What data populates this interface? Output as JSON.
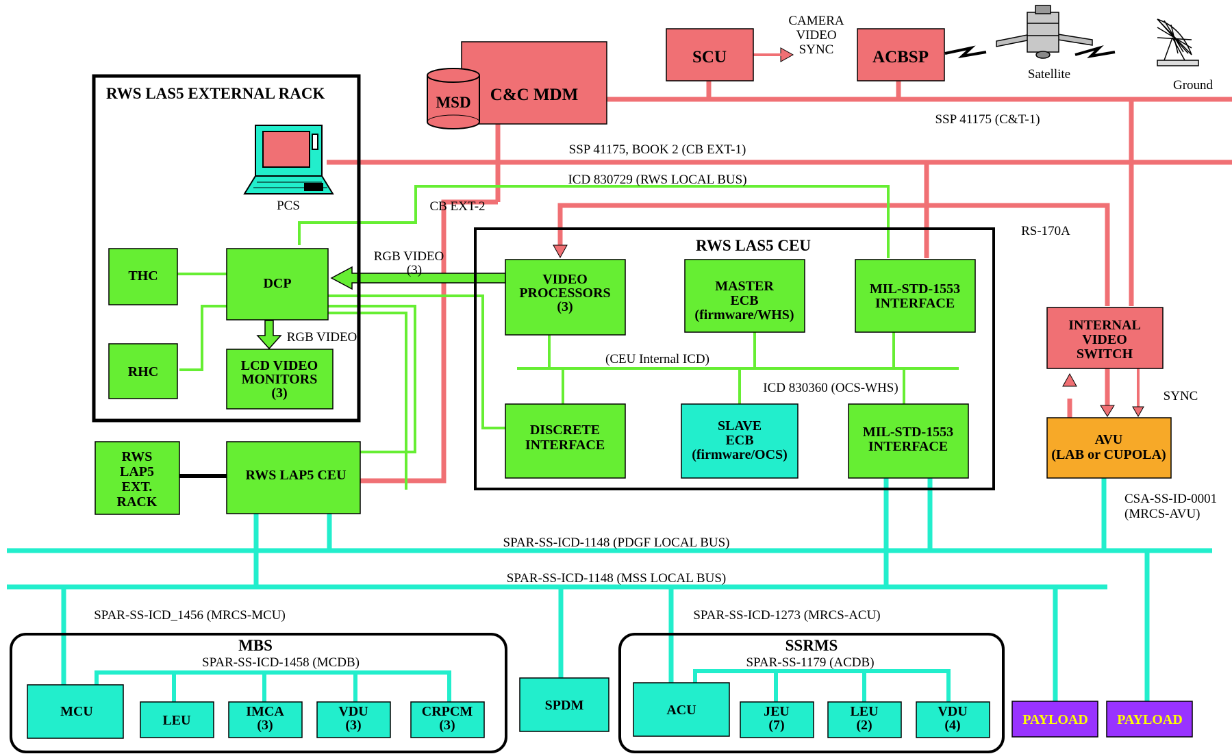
{
  "colors": {
    "red": "#f07074",
    "green": "#66ee33",
    "cyan": "#22eecc",
    "orange": "#f7a928",
    "purple": "#9933ff",
    "payload_text": "#ffff00"
  },
  "top": {
    "scu": "SCU",
    "camera_sync": [
      "CAMERA",
      "VIDEO",
      "SYNC"
    ],
    "acbsp": "ACBSP",
    "satellite": "Satellite",
    "ground": "Ground",
    "ccmdm": "C&C MDM",
    "msd": "MSD"
  },
  "buses": {
    "ssp_ct1": "SSP 41175 (C&T-1)",
    "ssp_cbext1": "SSP 41175, BOOK 2 (CB EXT-1)",
    "icd_rws_local": "ICD 830729 (RWS LOCAL BUS)",
    "cb_ext2": "CB EXT-2",
    "rs170a": "RS-170A",
    "rgb_video": "RGB VIDEO",
    "rgb_video_count": "(3)",
    "rgb_video_2": "RGB VIDEO",
    "ceu_internal": "(CEU Internal ICD)",
    "icd_ocs_whs": "ICD 830360 (OCS-WHS)",
    "sync": "SYNC",
    "csa": "CSA-SS-ID-0001",
    "csa_sub": "(MRCS-AVU)",
    "pdgf": "SPAR-SS-ICD-1148 (PDGF LOCAL BUS)",
    "mss": "SPAR-SS-ICD-1148 (MSS LOCAL BUS)",
    "mcu_icd": "SPAR-SS-ICD_1456 (MRCS-MCU)",
    "acu_icd": "SPAR-SS-ICD-1273 (MRCS-ACU)"
  },
  "external_rack": {
    "title": "RWS LAS5 EXTERNAL RACK",
    "pcs": "PCS",
    "thc": "THC",
    "dcp": "DCP",
    "rhc": "RHC",
    "lcd": [
      "LCD VIDEO",
      "MONITORS",
      "(3)"
    ]
  },
  "ceu": {
    "title": "RWS LAS5 CEU",
    "video_proc": [
      "VIDEO",
      "PROCESSORS",
      "(3)"
    ],
    "master_ecb": [
      "MASTER",
      "ECB",
      "(firmware/WHS)"
    ],
    "mil1": [
      "MIL-STD-1553",
      "INTERFACE"
    ],
    "discrete": [
      "DISCRETE",
      "INTERFACE"
    ],
    "slave_ecb": [
      "SLAVE",
      "ECB",
      "(firmware/OCS)"
    ],
    "mil2": [
      "MIL-STD-1553",
      "INTERFACE"
    ]
  },
  "video_switch": [
    "INTERNAL",
    "VIDEO",
    "SWITCH"
  ],
  "avu": [
    "AVU",
    "(LAB or CUPOLA)"
  ],
  "lap5_rack": [
    "RWS",
    "LAP5",
    "EXT.",
    "RACK"
  ],
  "lap5_ceu": "RWS LAP5 CEU",
  "mbs": {
    "title": "MBS",
    "bus": "SPAR-SS-ICD-1458 (MCDB)",
    "mcu": "MCU",
    "leu": "LEU",
    "imca": [
      "IMCA",
      "(3)"
    ],
    "vdu": [
      "VDU",
      "(3)"
    ],
    "crpcm": [
      "CRPCM",
      "(3)"
    ]
  },
  "spdm": "SPDM",
  "ssrms": {
    "title": "SSRMS",
    "bus": "SPAR-SS-1179 (ACDB)",
    "acu": "ACU",
    "jeu": [
      "JEU",
      "(7)"
    ],
    "leu": [
      "LEU",
      "(2)"
    ],
    "vdu": [
      "VDU",
      "(4)"
    ]
  },
  "payloads": [
    "PAYLOAD",
    "PAYLOAD"
  ]
}
